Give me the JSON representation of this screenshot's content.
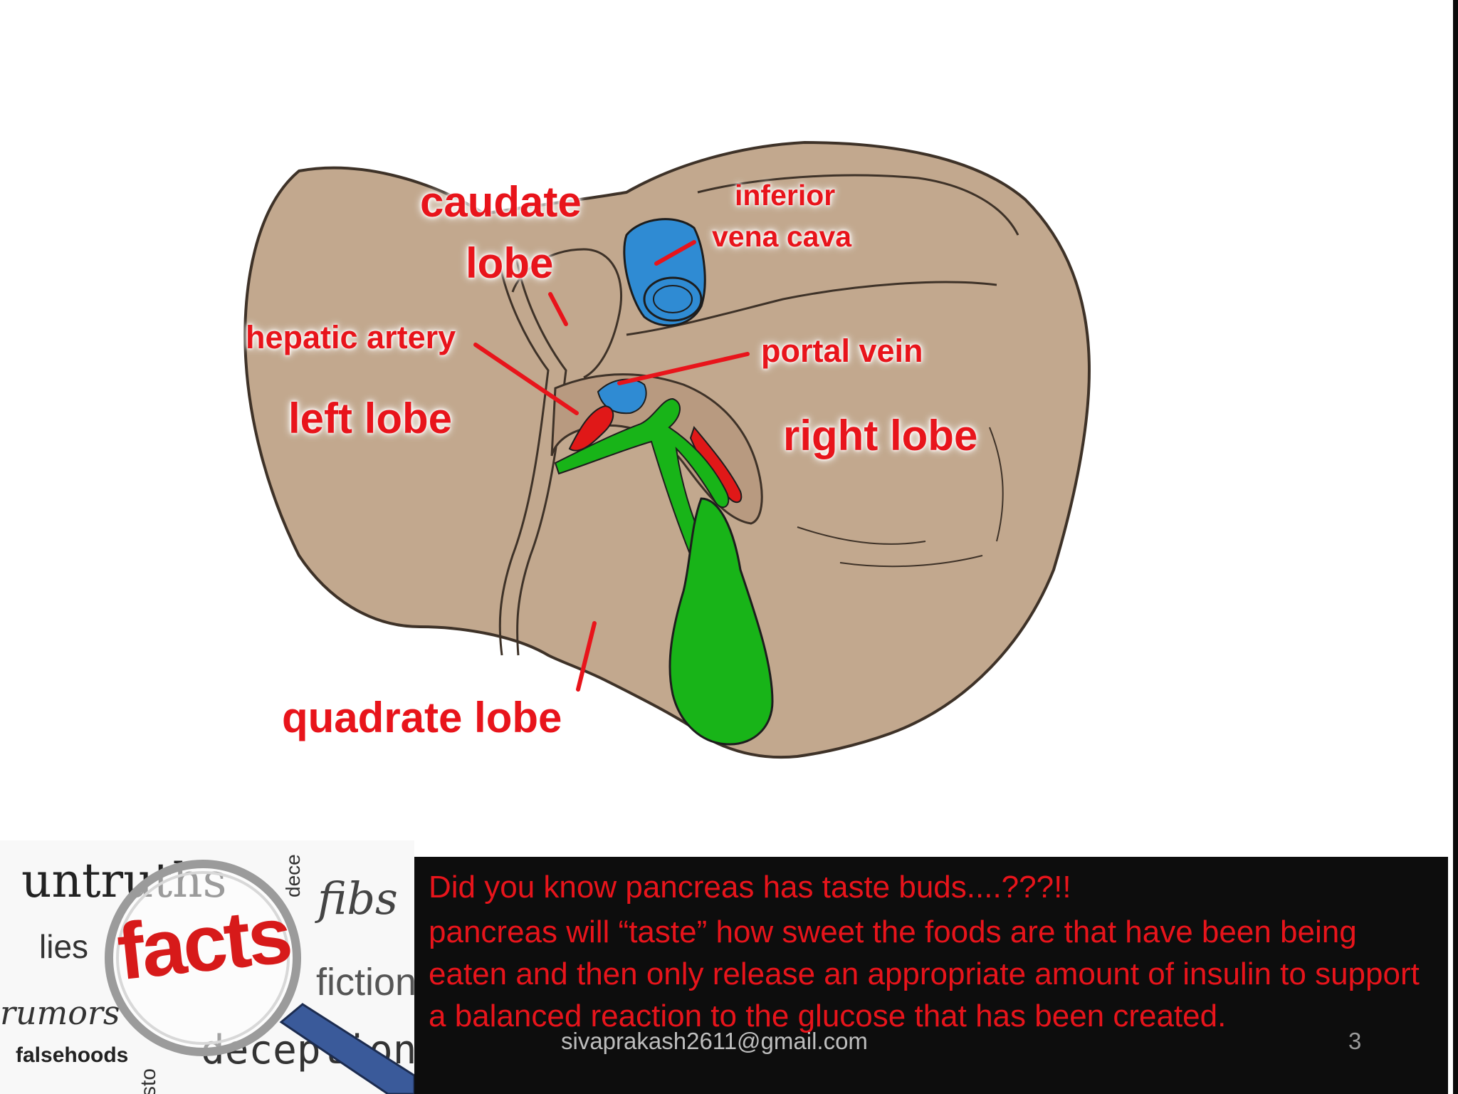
{
  "diagram": {
    "labels": {
      "caudate_line1": "caudate",
      "caudate_line2": "lobe",
      "ivc_line1": "inferior",
      "ivc_line2": "vena cava",
      "hepatic_artery": "hepatic artery",
      "portal_vein": "portal vein",
      "left_lobe": "left lobe",
      "right_lobe": "right lobe",
      "quadrate_lobe": "quadrate lobe"
    },
    "colors": {
      "liver": "#c2a88e",
      "outline": "#3e3228",
      "label": "#e8141b",
      "gallbladder": "#18b418",
      "vena_cava": "#2f8bd3",
      "artery": "#e01818"
    }
  },
  "facts_image": {
    "words": {
      "untruths": "untruths",
      "lies": "lies",
      "rumors": "rumors",
      "falsehoods": "falsehoods",
      "facts": "facts",
      "fibs": "fibs",
      "fiction": "fiction",
      "deception": "deception",
      "dece": "dece",
      "sto": "sto"
    },
    "icon": "magnifying-glass-icon"
  },
  "fact_panel": {
    "title": "Did you know pancreas has taste buds....???!!",
    "body": "pancreas will “taste” how sweet the foods are that have been being eaten and then only release an appropriate amount of insulin to support a balanced reaction to the glucose that has been created.",
    "email": "sivaprakash2611@gmail.com",
    "slide_number": "3"
  }
}
